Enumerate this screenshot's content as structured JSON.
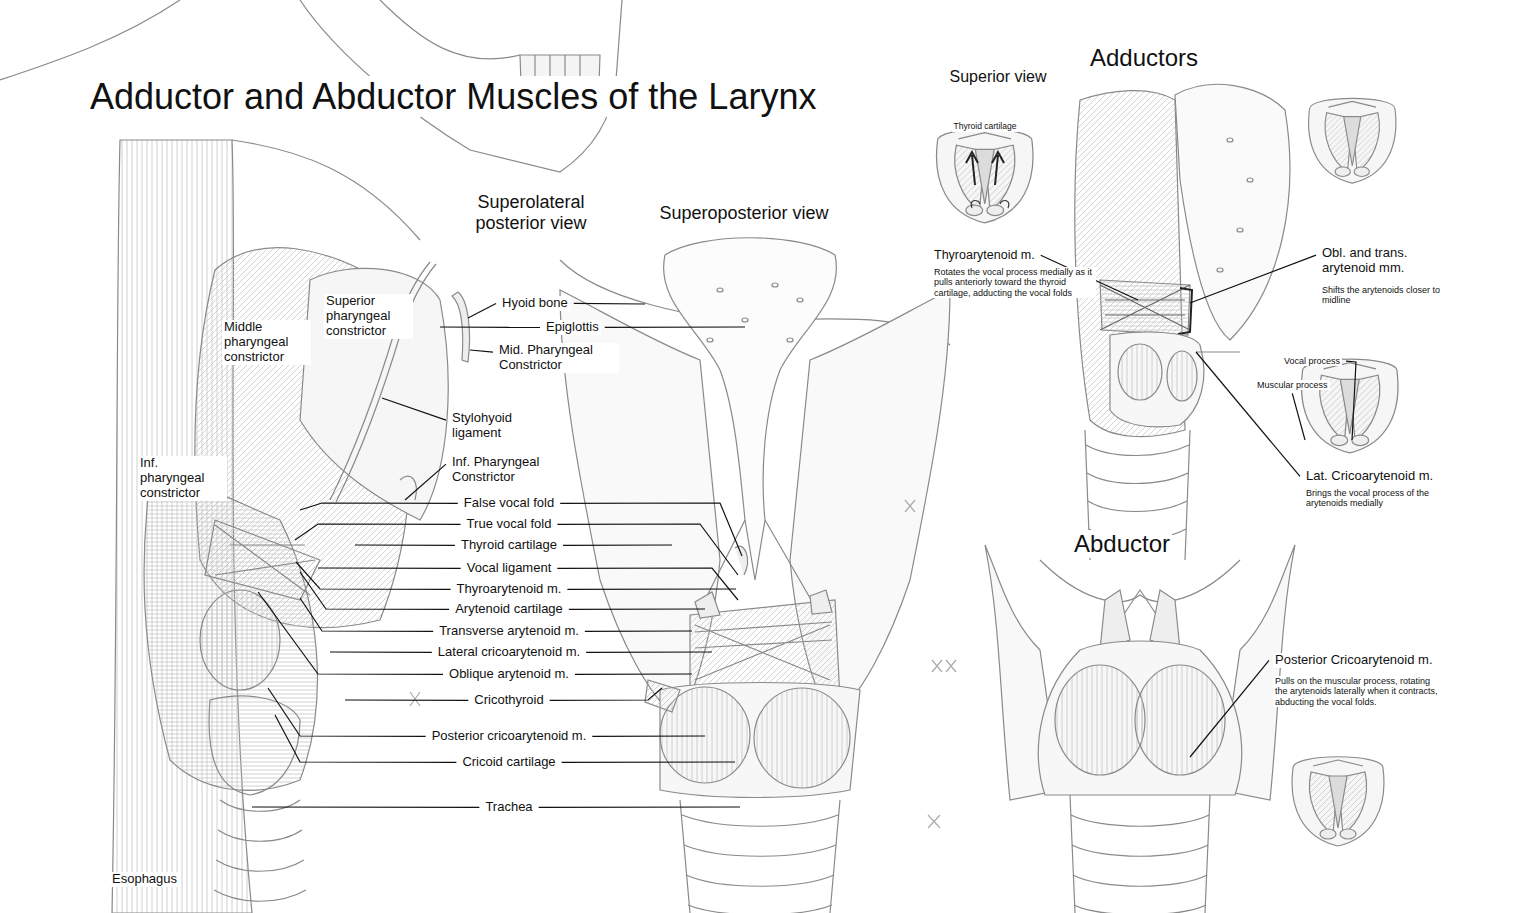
{
  "diagram": {
    "title": "Adductor and Abductor Muscles of the Larynx",
    "labels": [
      "Superior view",
      "Thyroid cartilage",
      "Adductors",
      "Superolateral posterior view",
      "Superoposterior view",
      "Thyroarytenoid m.",
      "Rotates the vocal process medially as it pulls anteriorly toward the thyroid cartilage, adducting the vocal folds",
      "Obl. and trans. arytenoid mm.",
      "Shifts the arytenoids closer to midline",
      "Hyoid bone",
      "Superior pharyngeal constrictor",
      "Middle pharyngeal constrictor",
      "Epiglottis",
      "Mid. Pharyngeal Constrictor",
      "Vocal process",
      "Muscular process",
      "Stylohyoid ligament",
      "Inf. pharyngeal constrictor",
      "Inf. Pharyngeal Constrictor",
      "Lat. Cricoarytenoid m.",
      "Brings the vocal process of the arytenoids medially",
      "False vocal fold",
      "True vocal fold",
      "Thyroid cartilage",
      "Abductor",
      "Vocal ligament",
      "Thyroarytenoid m.",
      "Arytenoid cartilage",
      "Transverse arytenoid m.",
      "Lateral cricoarytenoid m.",
      "Posterior Cricoarytenoid m.",
      "Oblique arytenoid m.",
      "Pulls on the muscular process, rotating the arytenoids laterally when it contracts, abducting the vocal folds.",
      "Cricothyroid",
      "Posterior cricoarytenoid m.",
      "Cricoid cartilage",
      "Trachea",
      "Esophagus"
    ]
  }
}
